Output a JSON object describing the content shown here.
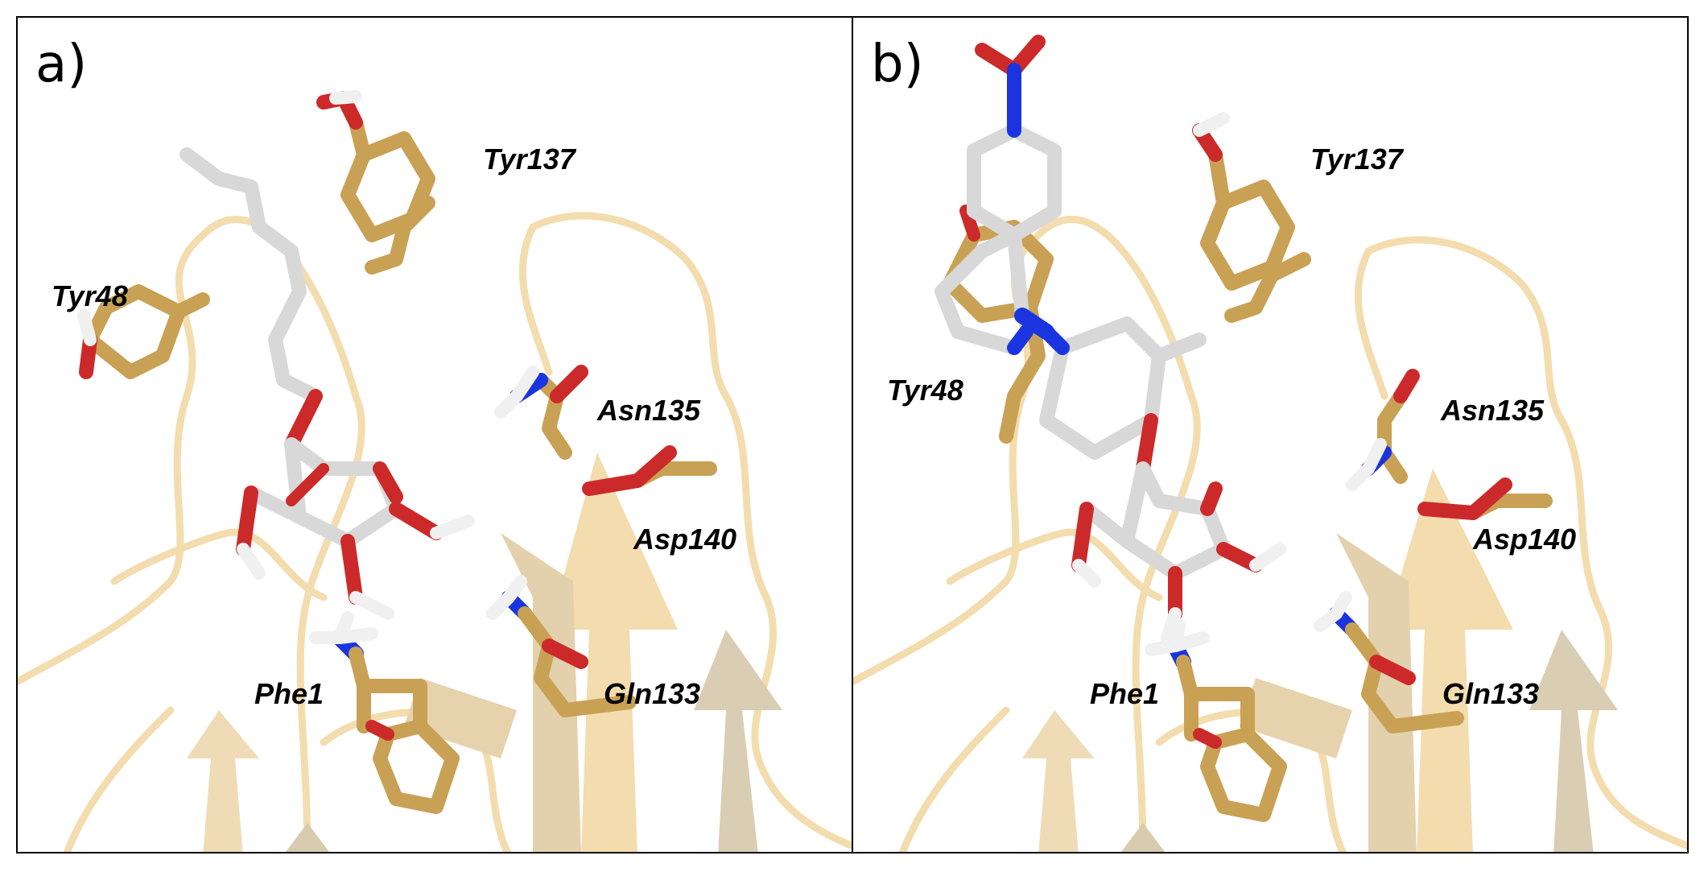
{
  "colors": {
    "background": "#ffffff",
    "border": "#000000",
    "cartoon": "#f3dcae",
    "carbon_residue": "#c9a155",
    "carbon_ligand": "#d8d8d8",
    "oxygen": "#cc2a2a",
    "nitrogen": "#1a35e0",
    "hydrogen": "#f0f0f0"
  },
  "panels": [
    {
      "letter": "a)",
      "labels": {
        "tyr137": "Tyr137",
        "tyr48": "Tyr48",
        "asn135": "Asn135",
        "asp140": "Asp140",
        "phe1": "Phe1",
        "gln133": "Gln133"
      }
    },
    {
      "letter": "b)",
      "labels": {
        "tyr137": "Tyr137",
        "tyr48": "Tyr48",
        "asn135": "Asn135",
        "asp140": "Asp140",
        "phe1": "Phe1",
        "gln133": "Gln133"
      }
    }
  ]
}
